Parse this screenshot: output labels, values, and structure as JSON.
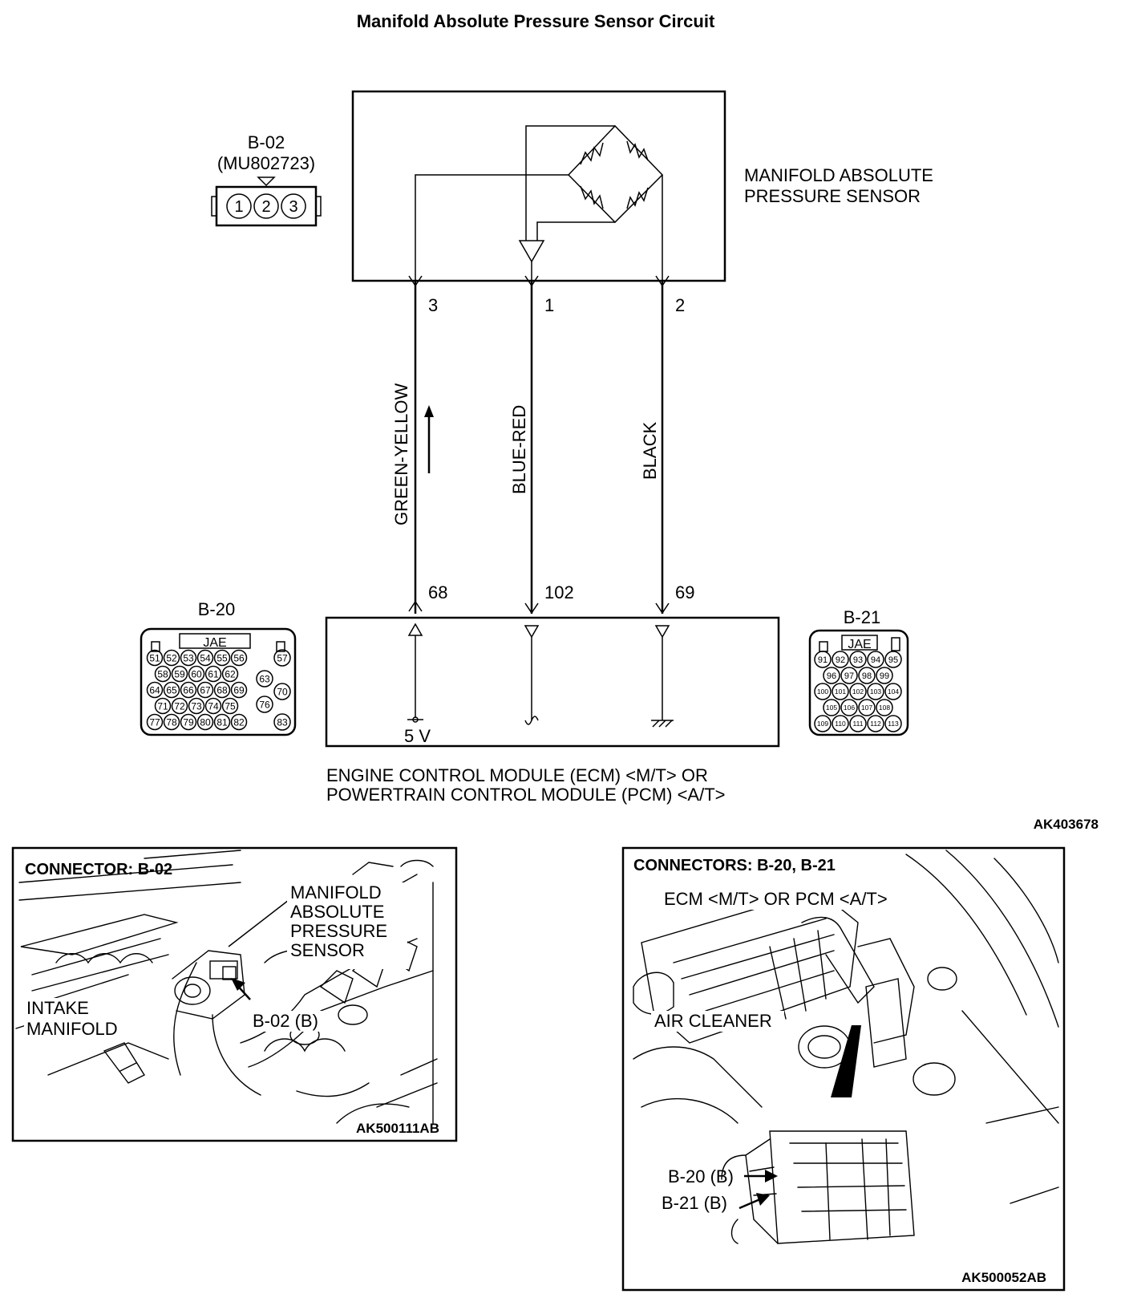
{
  "title": "Manifold Absolute Pressure Sensor Circuit",
  "sensor": {
    "label_line1": "MANIFOLD ABSOLUTE",
    "label_line2": "PRESSURE SENSOR",
    "connector_id": "B-02",
    "connector_part": "(MU802723)",
    "connector_pins": [
      "1",
      "2",
      "3"
    ]
  },
  "wires": [
    {
      "sensor_pin": "3",
      "color": "GREEN-YELLOW",
      "ecm_pin": "68"
    },
    {
      "sensor_pin": "1",
      "color": "BLUE-RED",
      "ecm_pin": "102"
    },
    {
      "sensor_pin": "2",
      "color": "BLACK",
      "ecm_pin": "69"
    }
  ],
  "ecm": {
    "label_line1": "ENGINE CONTROL MODULE (ECM) <M/T> OR",
    "label_line2": "POWERTRAIN CONTROL MODULE (PCM) <A/T>",
    "supply": "5 V"
  },
  "b20": {
    "id": "B-20",
    "maker": "JAE",
    "rows": [
      [
        "51",
        "52",
        "53",
        "54",
        "55",
        "56"
      ],
      [
        "58",
        "59",
        "60",
        "61",
        "62"
      ],
      [
        "64",
        "65",
        "66",
        "67",
        "68",
        "69"
      ],
      [
        "71",
        "72",
        "73",
        "74",
        "75"
      ],
      [
        "77",
        "78",
        "79",
        "80",
        "81",
        "82"
      ]
    ],
    "side_pins": [
      "57",
      "63",
      "70",
      "76",
      "83"
    ]
  },
  "b21": {
    "id": "B-21",
    "maker": "JAE",
    "rows": [
      [
        "91",
        "92",
        "93",
        "94",
        "95"
      ],
      [
        "96",
        "97",
        "98",
        "99"
      ],
      [
        "100",
        "101",
        "102",
        "103",
        "104"
      ],
      [
        "105",
        "106",
        "107",
        "108"
      ],
      [
        "109",
        "110",
        "111",
        "112",
        "113"
      ]
    ]
  },
  "diagram_code": "AK403678",
  "panel_left": {
    "heading": "CONNECTOR: B-02",
    "sensor_label": [
      "MANIFOLD",
      "ABSOLUTE",
      "PRESSURE",
      "SENSOR"
    ],
    "intake_label": [
      "INTAKE",
      "MANIFOLD"
    ],
    "connector_callout": "B-02 (B)",
    "code": "AK500111AB"
  },
  "panel_right": {
    "heading": "CONNECTORS: B-20, B-21",
    "ecm_label": "ECM <M/T> OR PCM <A/T>",
    "air_cleaner": "AIR CLEANER",
    "callout_b20": "B-20 (B)",
    "callout_b21": "B-21 (B)",
    "code": "AK500052AB"
  }
}
